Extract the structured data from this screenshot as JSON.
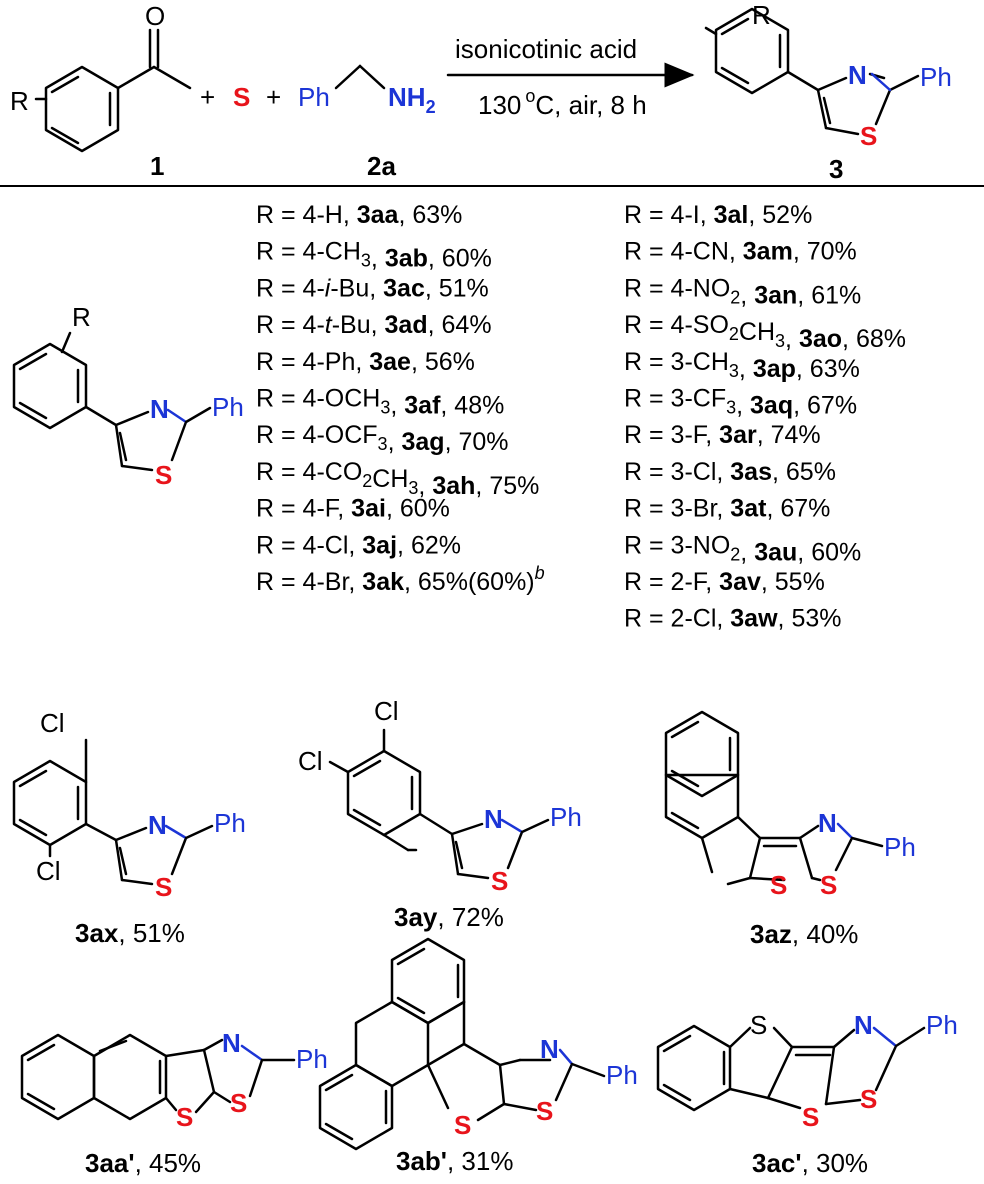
{
  "colors": {
    "sulfur": "#e8141b",
    "nitrogen": "#1c35d6",
    "phenyl": "#1c35d6",
    "bond": "#000000"
  },
  "scheme": {
    "R": "R",
    "plus": "+",
    "sulfur_reagent": "S",
    "amine_prefix": "Ph",
    "amine_group": "NH",
    "amine_sub": "2",
    "reagent_above": "isonicotinic acid",
    "cond_temp": "130",
    "cond_deg": "o",
    "cond_rest": "C, air, 8 h",
    "label_1": "1",
    "label_2a": "2a",
    "label_3": "3",
    "atom_N": "N",
    "atom_S": "S",
    "Ph": "Ph"
  },
  "substituents": {
    "left": [
      {
        "pre": "R = 4-H, ",
        "code": "3aa",
        "post": ", 63%"
      },
      {
        "pre": "R = 4-CH",
        "sub": "3",
        "pre2": ", ",
        "code": "3ab",
        "post": ", 60%"
      },
      {
        "pre": "R = 4-",
        "ital": "i",
        "pre2": "-Bu, ",
        "code": "3ac",
        "post": ", 51%"
      },
      {
        "pre": "R = 4-",
        "ital": "t",
        "pre2": "-Bu, ",
        "code": "3ad",
        "post": ", 64%"
      },
      {
        "pre": "R = 4-Ph, ",
        "code": "3ae",
        "post": ", 56%"
      },
      {
        "pre": "R = 4-OCH",
        "sub": "3",
        "pre2": ", ",
        "code": "3af",
        "post": ", 48%"
      },
      {
        "pre": "R = 4-OCF",
        "sub": "3",
        "pre2": ", ",
        "code": "3ag",
        "post": ", 70%"
      },
      {
        "pre": "R = 4-CO",
        "sub": "2",
        "pre2": "CH",
        "sub2": "3",
        "pre3": ", ",
        "code": "3ah",
        "post": ", 75%"
      },
      {
        "pre": "R = 4-F, ",
        "code": "3ai",
        "post": ", 60%"
      },
      {
        "pre": "R = 4-Cl, ",
        "code": "3aj",
        "post": ", 62%"
      },
      {
        "pre": "R = 4-Br, ",
        "code": "3ak",
        "post": ", 65%(60%)",
        "sup": "b"
      }
    ],
    "right": [
      {
        "pre": "R = 4-I, ",
        "code": "3al",
        "post": ", 52%"
      },
      {
        "pre": "R = 4-CN, ",
        "code": "3am",
        "post": ", 70%"
      },
      {
        "pre": "R = 4-NO",
        "sub": "2",
        "pre2": ", ",
        "code": "3an",
        "post": ", 61%"
      },
      {
        "pre": "R = 4-SO",
        "sub": "2",
        "pre2": "CH",
        "sub2": "3",
        "pre3": ", ",
        "code": "3ao",
        "post": ", 68%"
      },
      {
        "pre": "R = 3-CH",
        "sub": "3",
        "pre2": ", ",
        "code": "3ap",
        "post": ", 63%"
      },
      {
        "pre": "R = 3-CF",
        "sub": "3",
        "pre2": ", ",
        "code": "3aq",
        "post": ", 67%"
      },
      {
        "pre": "R = 3-F, ",
        "code": "3ar",
        "post": ", 74%"
      },
      {
        "pre": "R = 3-Cl, ",
        "code": "3as",
        "post": ", 65%"
      },
      {
        "pre": "R = 3-Br, ",
        "code": "3at",
        "post": ", 67%"
      },
      {
        "pre": "R = 3-NO",
        "sub": "2",
        "pre2": ", ",
        "code": "3au",
        "post": ", 60%"
      },
      {
        "pre": "R = 2-F, ",
        "code": "3av",
        "post": ", 55%"
      },
      {
        "pre": "R = 2-Cl, ",
        "code": "3aw",
        "post": ", 53%"
      }
    ]
  },
  "products": {
    "ax": {
      "code": "3ax",
      "yield": ", 51%"
    },
    "ay": {
      "code": "3ay",
      "yield": ", 72%"
    },
    "az": {
      "code": "3az",
      "yield": ", 40%"
    },
    "aa2": {
      "code": "3aa'",
      "yield": ", 45%"
    },
    "ab2": {
      "code": "3ab'",
      "yield": ", 31%"
    },
    "ac2": {
      "code": "3ac'",
      "yield": ", 30%"
    },
    "Cl": "Cl",
    "O": "O"
  }
}
